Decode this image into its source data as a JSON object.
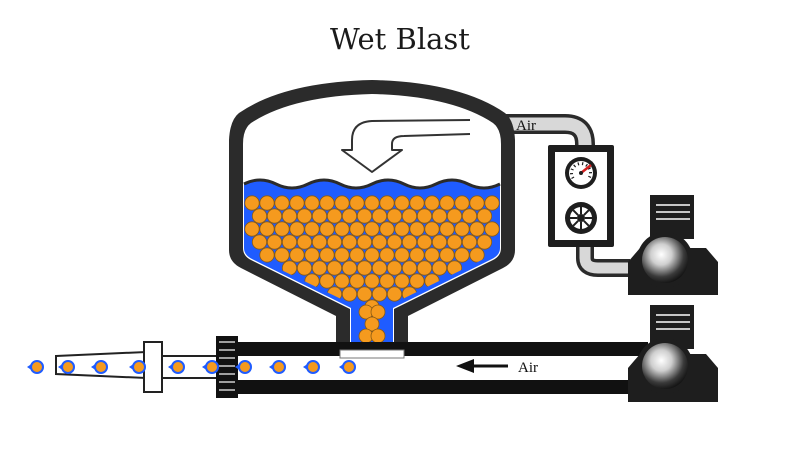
{
  "title": "Wet Blast",
  "labels": {
    "air_top": "Air",
    "air_bottom": "Air"
  },
  "colors": {
    "water": "#1f5cff",
    "media": "#f59a1e",
    "media_outline": "#8a5a12",
    "vessel": "#2b2b2b",
    "pipe_light": "#e2e2e2",
    "pointer": "#d42020"
  },
  "icons": {
    "pressure_gauge": "pressure-gauge-icon",
    "regulator_wheel": "regulator-wheel-icon",
    "compressor": "compressor-icon"
  }
}
